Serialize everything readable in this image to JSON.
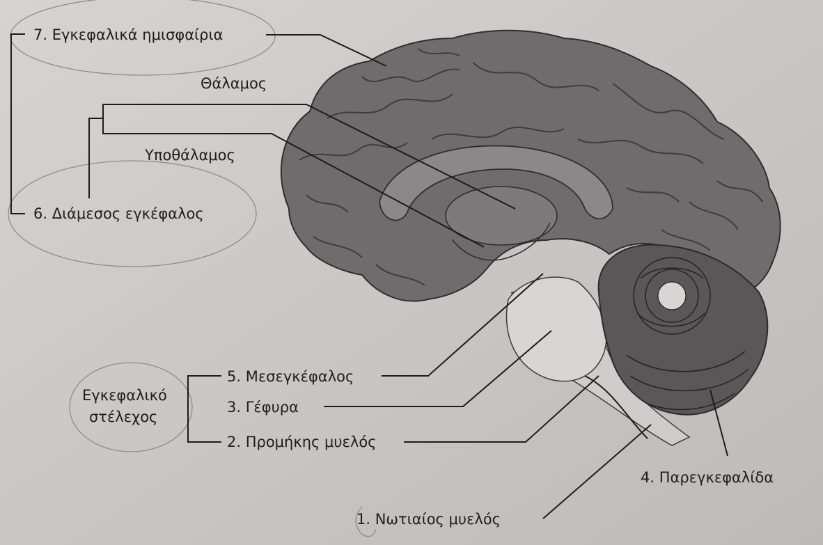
{
  "diagram": {
    "labels": {
      "hemispheres": "7. Εγκεφαλικά ημισφαίρια",
      "thalamus": "Θάλαμος",
      "hypothalamus": "Υποθάλαμος",
      "diencephalon": "6. Διάμεσος εγκέφαλος",
      "midbrain": "5. Μεσεγκέφαλος",
      "brainstem_line1": "Εγκεφαλικό",
      "brainstem_line2": "στέλεχος",
      "pons": "3. Γέφυρα",
      "medulla": "2. Προμήκης μυελός",
      "cerebellum": "4. Παρεγκεφαλίδα",
      "spinal_cord": "1. Νωτιαίος μυελός"
    },
    "colors": {
      "page": "#c9c7c4",
      "cortex": "#6e6c6c",
      "cortex_dark": "#4c4a4a",
      "brainstem": "#cfcdcb",
      "cerebellum": "#595757",
      "line": "#1c1c1c"
    }
  }
}
